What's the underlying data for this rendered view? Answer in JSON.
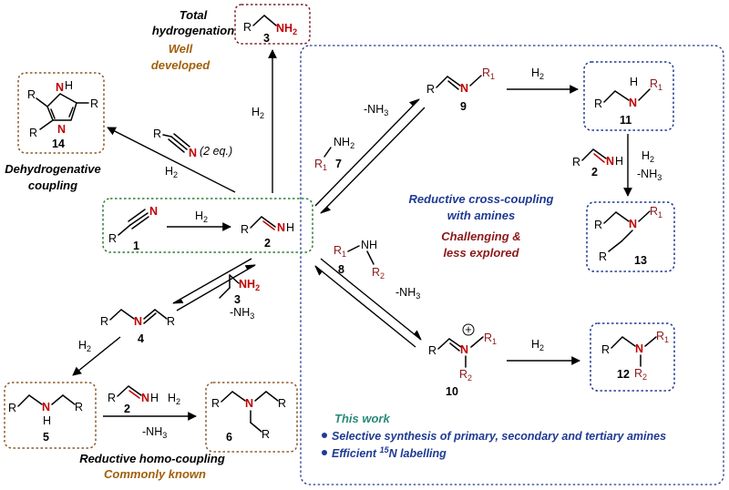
{
  "colors": {
    "nitrogen": "#c00000",
    "r_substituent": "#8b1a1a",
    "box_primary": "#7b1fa2",
    "box_brown": "#8a5a2b",
    "box_green": "#2e7d32",
    "box_blue": "#1f3a93",
    "heading_blue": "#1f3a93",
    "heading_red": "#8b1a1a",
    "heading_orange": "#a0600a",
    "this_work_teal": "#2a8a7a"
  },
  "labels": {
    "total_line1": "Total",
    "total_line2": "hydrogenation",
    "well_line1": "Well",
    "well_line2": "developed",
    "dehydro_line1": "Dehydrogenative",
    "dehydro_line2": "coupling",
    "cross_line1": "Reductive cross-coupling",
    "cross_line2": "with amines",
    "challenging_line1": "Challenging &",
    "challenging_line2": "less explored",
    "homo_line1": "Reductive homo-coupling",
    "homo_line2": "Commonly known",
    "this_work": "This work",
    "bullet1": "Selective synthesis of primary, secondary and tertiary amines",
    "bullet2_pre": "Efficient ",
    "bullet2_sup": "15",
    "bullet2_post": "N labelling",
    "two_eq": "(2 eq.)"
  },
  "reagents": {
    "h2": "H",
    "h2_sub": "2",
    "minus_nh3": "-NH",
    "nh3_sub": "3"
  },
  "atoms": {
    "R": "R",
    "N": "N",
    "H": "H",
    "NH": "NH",
    "NH2": "NH",
    "NH2_sub": "2",
    "R1": "R",
    "R1_sub": "1",
    "R2": "R",
    "R2_sub": "2",
    "plus": "+"
  },
  "compounds": {
    "c1": "1",
    "c2": "2",
    "c3": "3",
    "c4": "4",
    "c5": "5",
    "c6": "6",
    "c7": "7",
    "c8": "8",
    "c9": "9",
    "c10": "10",
    "c11": "11",
    "c12": "12",
    "c13": "13",
    "c14": "14"
  }
}
